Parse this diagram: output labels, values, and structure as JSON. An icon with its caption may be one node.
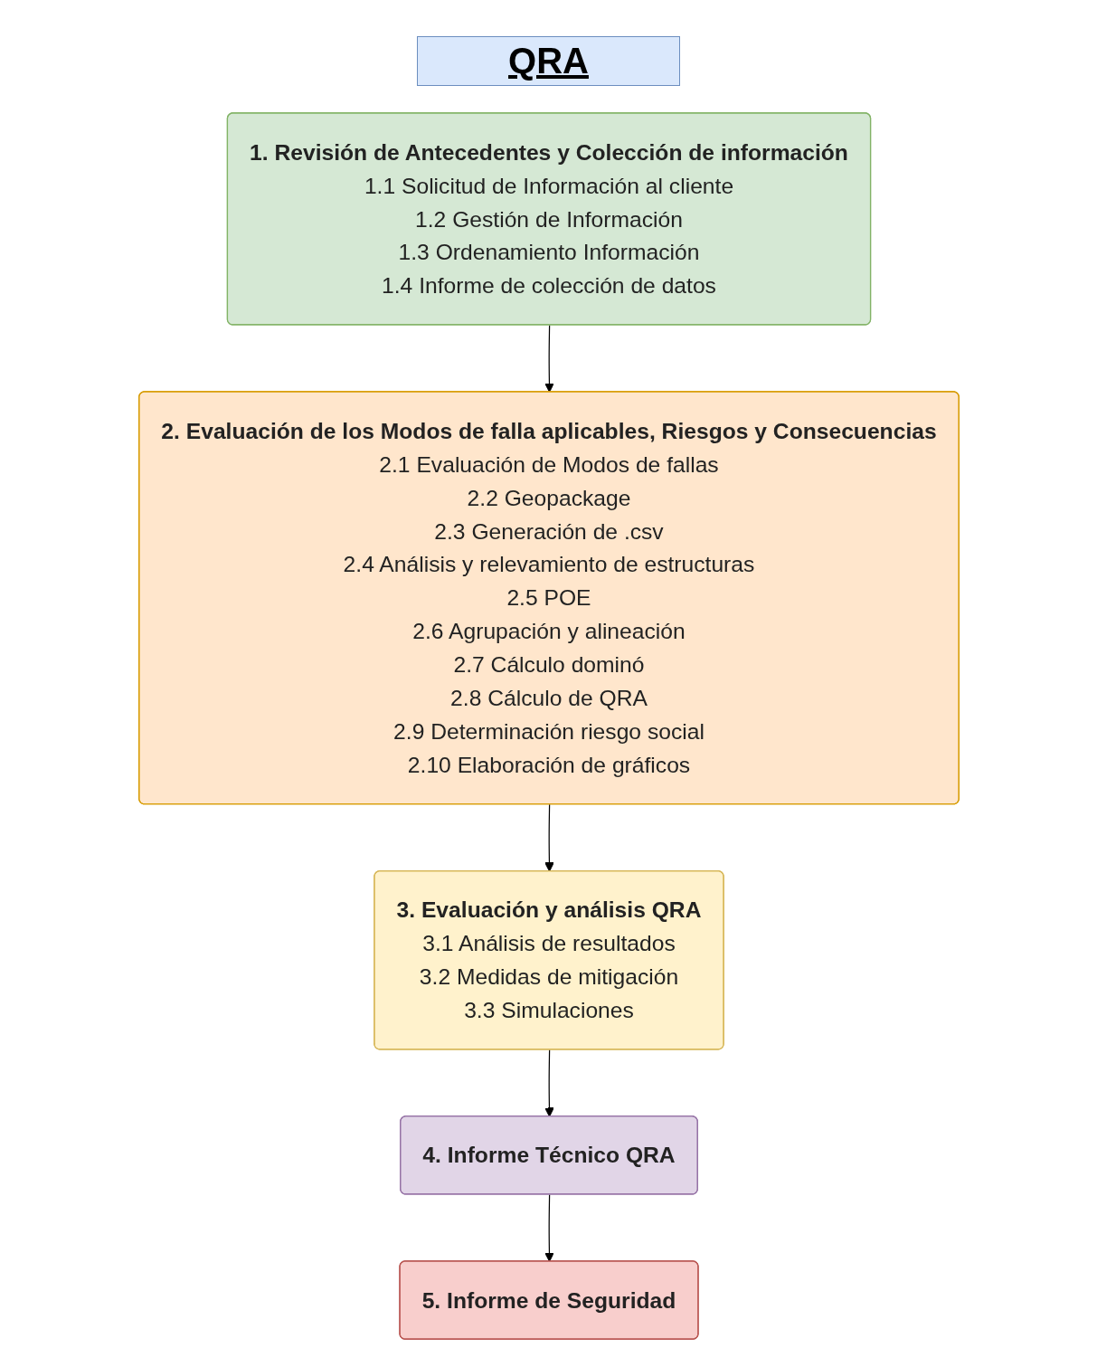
{
  "diagram": {
    "title": "QRA",
    "nodes": [
      {
        "text": [
          "1. Revisión de Antecedentes y Colección de información",
          "1.1 Solicitud de Información al cliente",
          "1.2 Gestión de Información",
          "1.3 Ordenamiento Información",
          "1.4 Informe de colección de datos"
        ]
      },
      {
        "text": [
          "2. Evaluación de los Modos de falla aplicables, Riesgos y Consecuencias",
          "2.1 Evaluación de Modos de fallas",
          "2.2 Geopackage",
          "2.3 Generación de .csv",
          "2.4 Análisis y relevamiento de estructuras",
          "2.5 POE",
          "2.6 Agrupación y alineación",
          "2.7 Cálculo dominó",
          "2.8 Cálculo de QRA",
          "2.9 Determinación riesgo social",
          "2.10 Elaboración de gráficos"
        ]
      },
      {
        "text": [
          "3. Evaluación y análisis QRA",
          "3.1 Análisis de resultados",
          "3.2 Medidas de mitigación",
          "3.3 Simulaciones"
        ]
      },
      {
        "text": [
          "4. Informe Técnico QRA"
        ]
      },
      {
        "text": [
          "5. Informe de Seguridad"
        ]
      }
    ],
    "edges": [
      {
        "from": 0,
        "to": 1,
        "arrow": "to"
      },
      {
        "from": 1,
        "to": 2,
        "arrow": "to"
      },
      {
        "from": 2,
        "to": 3,
        "arrow": "to"
      },
      {
        "from": 3,
        "to": 4,
        "arrow": "to"
      }
    ]
  }
}
